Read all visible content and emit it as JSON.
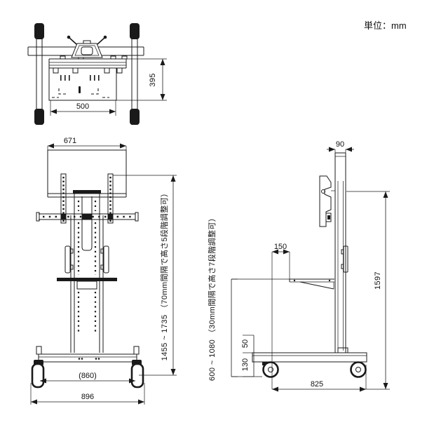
{
  "page": {
    "background": "#ffffff",
    "line_color": "#1a1a1a"
  },
  "header": {
    "unit_label": "単位：mm"
  },
  "top_view": {
    "dim_depth": "395",
    "dim_plate_width": "500"
  },
  "front_view": {
    "dim_width_top": "671",
    "dim_height_range": "1455 ~ 1735 （70mm間隔で高さ5段階調整可）",
    "dim_base_inner": "(860)",
    "dim_base_width": "896"
  },
  "side_view": {
    "dim_column_width": "90",
    "dim_shelf_depth": "150",
    "dim_total_height": "1597",
    "dim_shelf_height_range": "600 ~ 1080 （30mm間隔で高さ7段階調整可）",
    "dim_base_top": "50",
    "dim_caster_height": "130",
    "dim_base_depth": "825"
  }
}
